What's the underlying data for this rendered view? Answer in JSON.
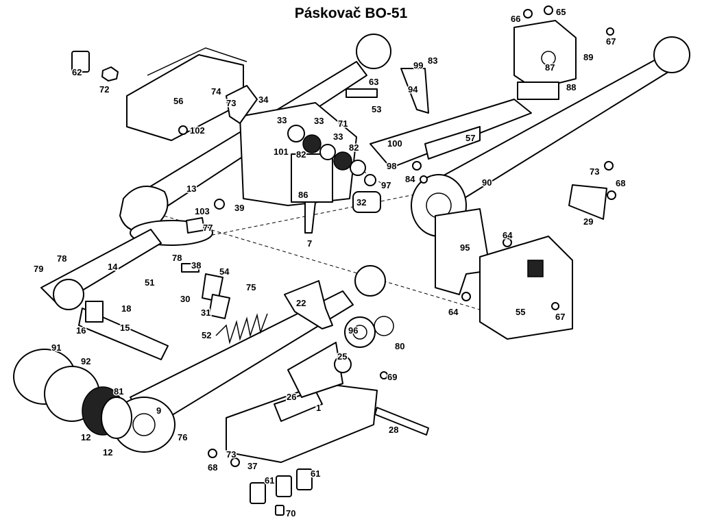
{
  "title": "Páskovač BO-51",
  "part_numbers": [
    "62",
    "72",
    "56",
    "74",
    "73",
    "34",
    "102",
    "63",
    "71",
    "53",
    "99",
    "83",
    "94",
    "66",
    "65",
    "87",
    "89",
    "67",
    "88",
    "33",
    "33",
    "33",
    "82",
    "82",
    "101",
    "86",
    "100",
    "98",
    "84",
    "97",
    "57",
    "90",
    "32",
    "73",
    "68",
    "29",
    "13",
    "103",
    "39",
    "77",
    "7",
    "64",
    "95",
    "55",
    "64",
    "67",
    "78",
    "79",
    "14",
    "38",
    "54",
    "51",
    "30",
    "31",
    "78",
    "75",
    "18",
    "16",
    "15",
    "52",
    "22",
    "96",
    "80",
    "25",
    "69",
    "91",
    "92",
    "81",
    "9",
    "12",
    "12",
    "76",
    "26",
    "1",
    "28",
    "73",
    "68",
    "37",
    "61",
    "61",
    "70"
  ]
}
